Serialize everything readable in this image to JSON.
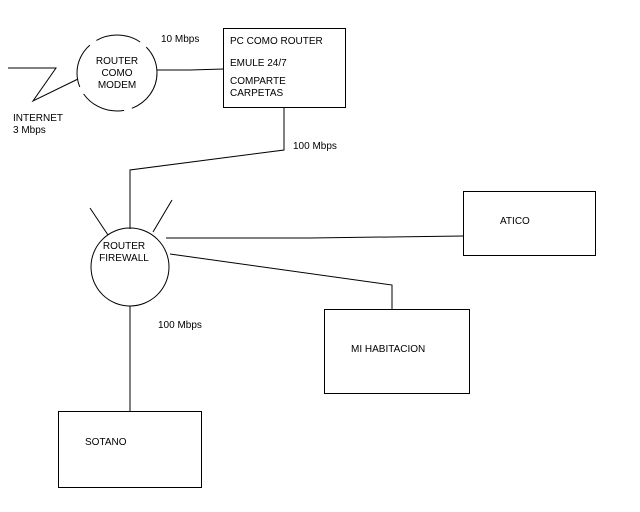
{
  "nodes": {
    "router_modem": {
      "lines": [
        "ROUTER",
        "COMO",
        "MODEM"
      ]
    },
    "pc_router": {
      "title": "PC COMO ROUTER",
      "lines": [
        "EMULE 24/7",
        "COMPARTE",
        "CARPETAS"
      ]
    },
    "router_firewall": {
      "lines": [
        "ROUTER",
        "FIREWALL"
      ]
    },
    "atico": {
      "label": "ATICO"
    },
    "mi_habitacion": {
      "label": "MI HABITACION"
    },
    "sotano": {
      "label": "SOTANO"
    }
  },
  "links": {
    "internet": {
      "lines": [
        "INTERNET",
        "3 Mbps"
      ]
    },
    "modem_to_pc": {
      "speed": "10 Mbps"
    },
    "pc_to_firewall": {
      "speed": "100 Mbps"
    },
    "firewall_to_sotano": {
      "speed": "100 Mbps"
    }
  },
  "colors": {
    "line": "#000000",
    "background": "#ffffff"
  }
}
